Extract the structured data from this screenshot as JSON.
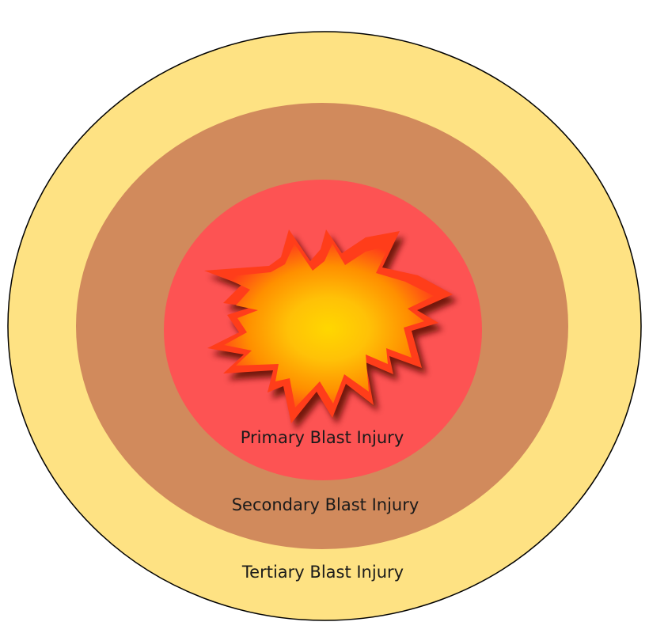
{
  "zones": [
    {
      "label": "Primary Blast Injury",
      "color": "#fd5353"
    },
    {
      "label": "Secondary Blast Injury",
      "color": "#d18a5c"
    },
    {
      "label": "Tertiary Blast Injury",
      "color": "#fee283"
    }
  ],
  "outline_color": "#000000",
  "explosion": {
    "icon": "explosion-icon",
    "colors": [
      "#ffd700",
      "#ff9800",
      "#ff3d1a",
      "#7a1200"
    ]
  }
}
